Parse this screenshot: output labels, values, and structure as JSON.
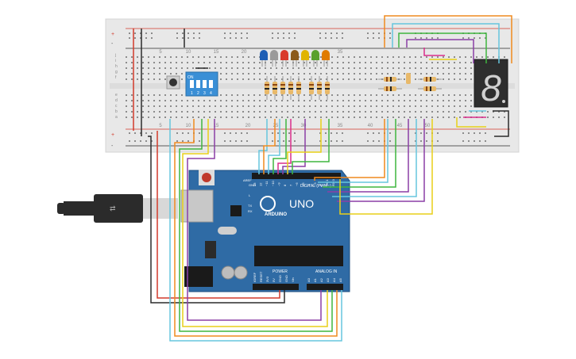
{
  "breadboard": {
    "column_numbers": [
      "5",
      "10",
      "15",
      "20",
      "25",
      "30",
      "35",
      "40",
      "45",
      "50"
    ],
    "row_letters_top": [
      "j",
      "i",
      "h",
      "g",
      "f"
    ],
    "row_letters_bottom": [
      "e",
      "d",
      "c",
      "b",
      "a"
    ],
    "rail_plus": "+",
    "rail_minus": "-"
  },
  "dip_switch": {
    "label_on": "ON",
    "numbers": [
      "1",
      "2",
      "3",
      "4"
    ]
  },
  "leds": {
    "colors": [
      "#1f5fb5",
      "#9a9a9a",
      "#d93a2b",
      "#8b5a1b",
      "#e0b400",
      "#5aa02c",
      "#e07b00"
    ]
  },
  "seven_segment": {
    "digit": "8"
  },
  "arduino": {
    "brand": "ARDUINO",
    "model": "UNO",
    "digital_label": "DIGITAL (PWM~)",
    "power_label": "POWER",
    "analog_label": "ANALOG IN",
    "aref": "AREF",
    "gnd": "GND",
    "digital_pins": [
      "13",
      "12",
      "~11",
      "~10",
      "~9",
      "8",
      "7",
      "~6",
      "~5",
      "4",
      "~3",
      "2",
      "TX 1",
      "RX 0"
    ],
    "power_pins": [
      "IOREF",
      "RESET",
      "3V3",
      "5V",
      "GND",
      "GND",
      "Vin"
    ],
    "analog_pins": [
      "A0",
      "A1",
      "A2",
      "A3",
      "A4",
      "A5"
    ],
    "led_labels": [
      "L",
      "TX",
      "RX"
    ]
  },
  "colors": {
    "breadboard": "#e8e8e8",
    "board": "#2f6ba5",
    "wire_orange": "#ef8a1f",
    "wire_cyan": "#66c6de",
    "wire_green": "#3fb53f",
    "wire_purple": "#8b3fa6",
    "wire_yellow": "#e8cf18",
    "wire_red": "#d23a2b",
    "wire_black": "#2b2b2b",
    "wire_magenta": "#d92f8a"
  }
}
